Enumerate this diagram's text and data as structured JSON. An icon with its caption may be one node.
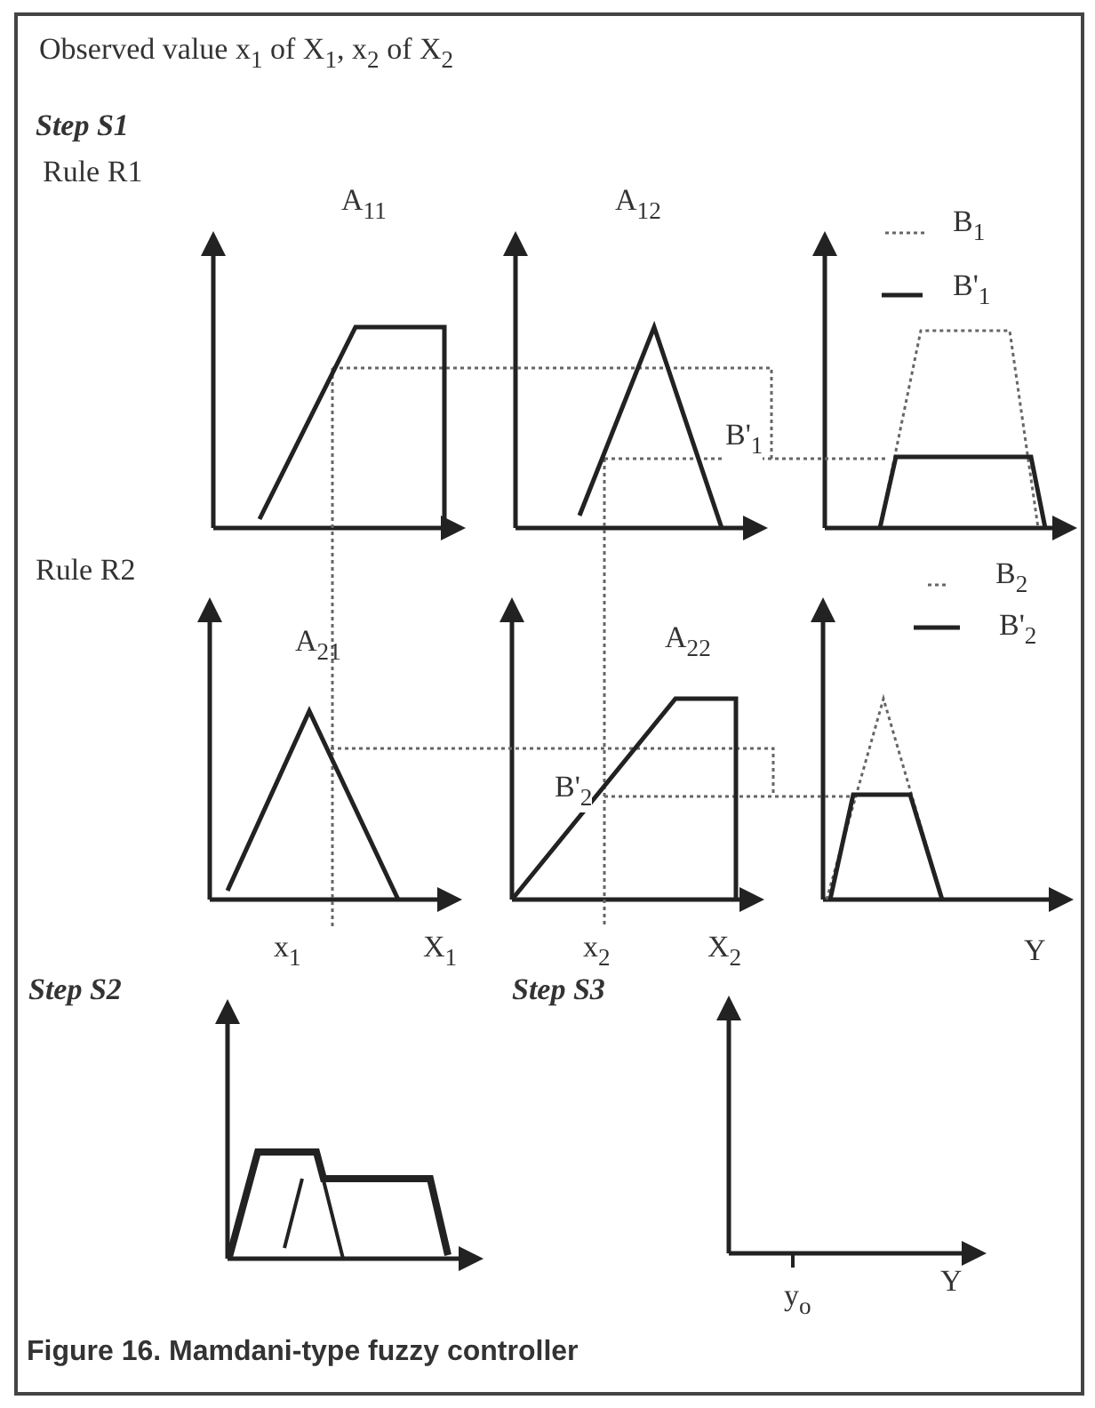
{
  "diagram": {
    "caption": "Figure 16. Mamdani-type fuzzy controller",
    "labels": [
      "Observed value x$_{1}$ of X$_{1}$, x$_{2}$ of X$_{2}$",
      "Step S1",
      "Rule R1",
      "A$_{11}$",
      "A$_{12}$",
      "B'$_{1}$",
      "Rule R2",
      "A$_{21}$",
      "A$_{22}$",
      "B'$_{2}$",
      "x$_{1}$",
      "X$_{1}$",
      "x$_{2}$",
      "X$_{2}$",
      "Y",
      "Step S2",
      "Step S3",
      "y$_{o}$",
      "Y"
    ],
    "legend": [
      {
        "text": "B$_{1}$"
      },
      {
        "text": "B'$_{1}$"
      },
      {
        "text": "B$_{2}$"
      },
      {
        "text": "B'$_{2}$"
      }
    ]
  }
}
